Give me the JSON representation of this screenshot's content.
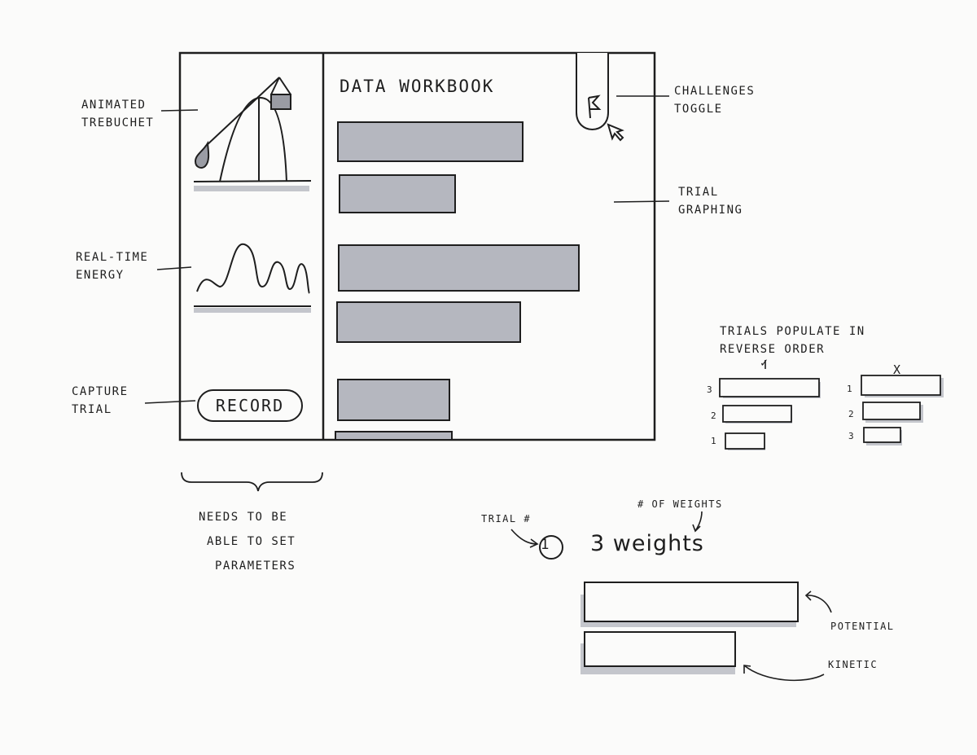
{
  "app": {
    "title": "DATA WORKBOOK",
    "record_label": "RECORD"
  },
  "annotations": {
    "animated_trebuchet": [
      "ANIMATED",
      "TREBUCHET"
    ],
    "real_time_energy": [
      "REAL-TIME",
      "ENERGY"
    ],
    "capture_trial": [
      "CAPTURE",
      "TRIAL"
    ],
    "challenges_toggle": [
      "CHALLENGES",
      "TOGGLE"
    ],
    "trial_graphing": [
      "TRIAL",
      "GRAPHING"
    ],
    "trials_populate": [
      "TRIALS POPULATE IN",
      "REVERSE ORDER"
    ],
    "needs_parameters": [
      "NEEDS TO BE",
      "ABLE TO SET",
      "PARAMETERS"
    ],
    "trial_hash": "TRIAL #",
    "num_weights": "# OF WEIGHTS",
    "potential": "POTENTIAL",
    "kinetic": "KINETIC"
  },
  "order_examples": {
    "correct_mark": "✓",
    "wrong_mark": "X",
    "correct_labels": [
      "3",
      "2",
      "1"
    ],
    "wrong_labels": [
      "1",
      "2",
      "3"
    ]
  },
  "detail": {
    "trial_number": "1",
    "weights_text": "3 weights"
  },
  "colors": {
    "ink": "#1e1e1e",
    "marker_gray": "#b5b7bf",
    "paper": "#fbfbfa"
  }
}
